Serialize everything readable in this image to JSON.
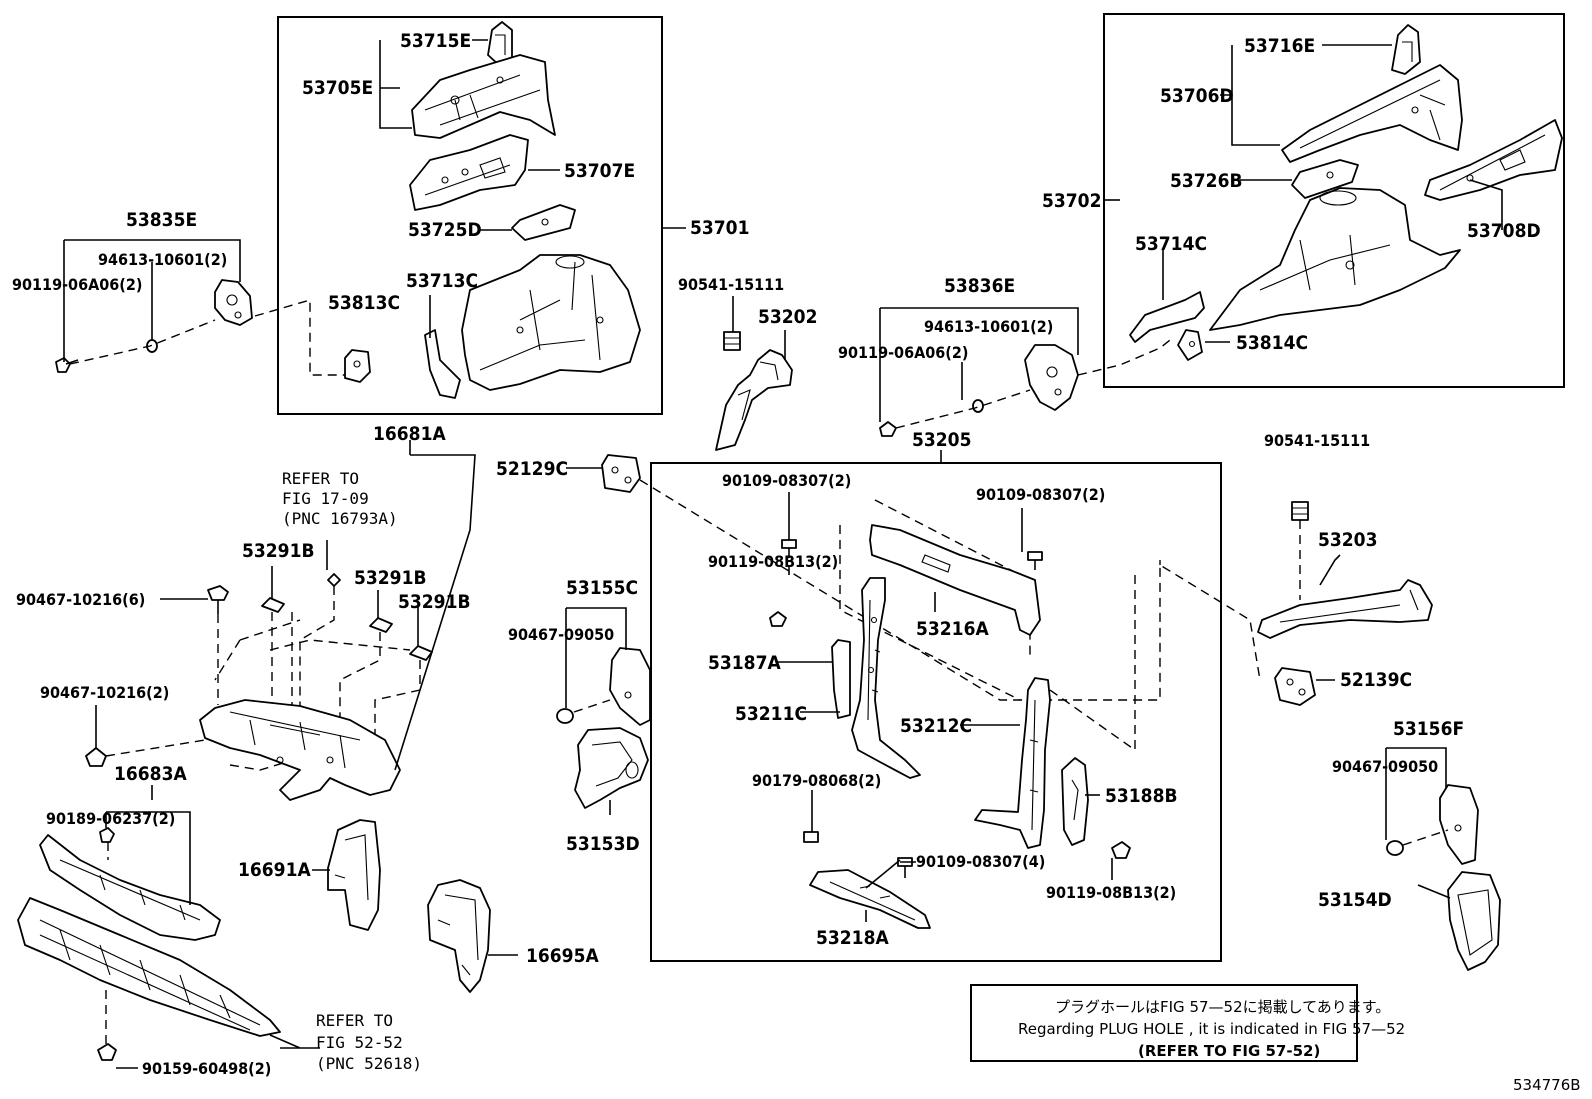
{
  "labels": {
    "p53715E": "53715E",
    "p53705E": "53705E",
    "p53707E": "53707E",
    "p53725D": "53725D",
    "p53713C": "53713C",
    "p53813C": "53813C",
    "p53701": "53701",
    "p53835E": "53835E",
    "b94613a": "94613-10601(2)",
    "b90119a": "90119-06A06(2)",
    "b90541a": "90541-15111",
    "p53202": "53202",
    "p53836E": "53836E",
    "b94613b": "94613-10601(2)",
    "b90119b": "90119-06A06(2)",
    "p53716E": "53716E",
    "p53706D": "53706D",
    "p53726B": "53726B",
    "p53702": "53702",
    "p53714C": "53714C",
    "p53708D": "53708D",
    "p53814C": "53814C",
    "p16681A": "16681A",
    "ref1a": "REFER TO",
    "ref1b": "FIG 17-09",
    "ref1c": "(PNC 16793A)",
    "p53291B1": "53291B",
    "p53291B2": "53291B",
    "p53291B3": "53291B",
    "b90467a": "90467-10216(6)",
    "b90467b": "90467-10216(2)",
    "p52129C": "52129C",
    "p53205": "53205",
    "b90109a": "90109-08307(2)",
    "b90109b": "90109-08307(2)",
    "b90119c": "90119-08B13(2)",
    "p53216A": "53216A",
    "p53187A": "53187A",
    "p53211C": "53211C",
    "p53212C": "53212C",
    "b90179": "90179-08068(2)",
    "p53188B": "53188B",
    "b90109c": "90109-08307(4)",
    "b90119d": "90119-08B13(2)",
    "p53218A": "53218A",
    "p53155C": "53155C",
    "b90467c": "90467-09050",
    "p53153D": "53153D",
    "b90541b": "90541-15111",
    "p53203": "53203",
    "p52139C": "52139C",
    "p53156F": "53156F",
    "b90467d": "90467-09050",
    "p53154D": "53154D",
    "p16683A": "16683A",
    "b90189": "90189-06237(2)",
    "p16691A": "16691A",
    "p16695A": "16695A",
    "ref2a": "REFER TO",
    "ref2b": "FIG 52-52",
    "ref2c": "(PNC 52618)",
    "b90159": "90159-60498(2)",
    "note_jp": "プラグホールはFIG 57—52に掲載してあります。",
    "note_en": "Regarding  PLUG  HOLE , it is indicated in FIG  57—52",
    "note_ref": "(REFER TO FIG 57-52)",
    "fig_id": "534776B"
  }
}
